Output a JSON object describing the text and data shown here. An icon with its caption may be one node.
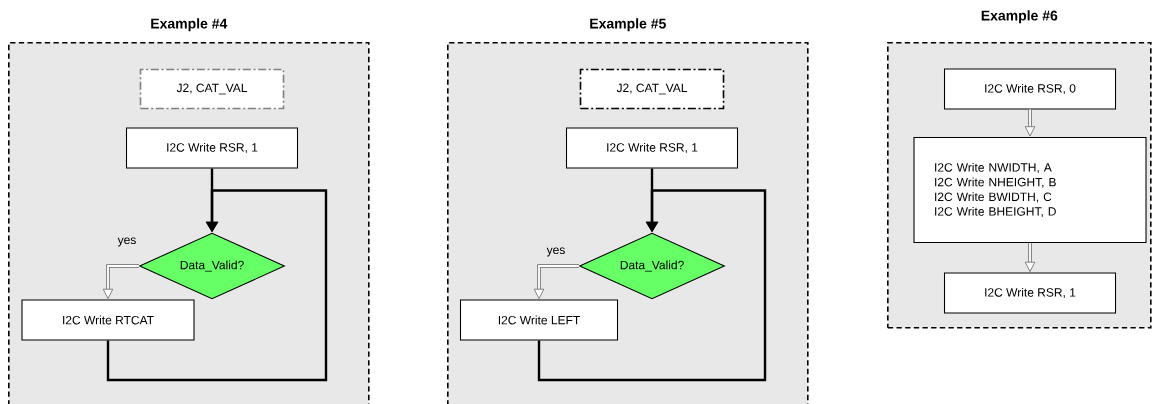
{
  "diagram": {
    "nodes": [
      {
        "text": [
          "Example #4"
        ]
      },
      {
        "text": [
          "J2, CAT_VAL"
        ],
        "in": 0
      },
      {
        "text": [
          "I2C Write RSR, 1"
        ],
        "in": 0
      },
      {
        "text": [
          "Data_Valid?"
        ],
        "in": 0
      },
      {
        "text": [
          "I2C Write RTCAT"
        ],
        "in": 0
      },
      {
        "text": [
          "Example #5"
        ]
      },
      {
        "text": [
          "J2, CAT_VAL"
        ],
        "in": 5
      },
      {
        "text": [
          "I2C Write RSR, 1"
        ],
        "in": 5
      },
      {
        "text": [
          "Data_Valid?"
        ],
        "in": 5
      },
      {
        "text": [
          "I2C Write LEFT"
        ],
        "in": 5
      },
      {
        "text": [
          "Example #6"
        ]
      },
      {
        "text": [
          "I2C Write RSR, 0"
        ],
        "in": 10
      },
      {
        "text": [
          "I2C Write NWIDTH, A",
          "I2C Write NHEIGHT, B",
          "I2C Write BWIDTH, C",
          "I2C Write BHEIGHT, D"
        ],
        "in": 10
      },
      {
        "text": [
          "I2C Write RSR, 1"
        ],
        "in": 10
      }
    ],
    "edges": [
      {
        "from": 2,
        "to": 3,
        "arrow": "to"
      },
      {
        "from": 3,
        "to": 4,
        "arrow": "to",
        "label": "yes",
        "color": "#666666"
      },
      {
        "from": 4,
        "to": 3,
        "arrow": "to"
      },
      {
        "from": 7,
        "to": 8,
        "arrow": "to"
      },
      {
        "from": 8,
        "to": 9,
        "arrow": "to",
        "label": "yes",
        "color": "#666666"
      },
      {
        "from": 9,
        "to": 8,
        "arrow": "to"
      },
      {
        "from": 11,
        "to": 12,
        "arrow": "to",
        "color": "#666666"
      },
      {
        "from": 12,
        "to": 13,
        "arrow": "to",
        "color": "#666666"
      }
    ]
  }
}
